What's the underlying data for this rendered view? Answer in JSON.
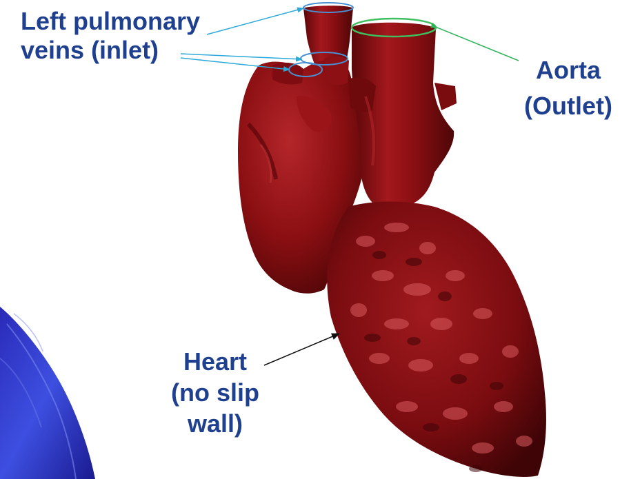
{
  "labels": {
    "pulmonary_veins": {
      "line1": "Left pulmonary",
      "line2": "veins (inlet)"
    },
    "aorta": {
      "line1": "Aorta",
      "line2": "(Outlet)"
    },
    "heart": {
      "line1": "Heart",
      "line2": "(no slip",
      "line3": "wall)"
    }
  },
  "colors": {
    "label_text": "#1f3f8f",
    "heart_surface": "#8b0f12",
    "heart_shadow": "#4a0507",
    "heart_highlight": "#d85a5e",
    "vein_outline": "#4a8fd0",
    "aorta_outline": "#3fbf5f",
    "arrow_cyan": "#2ba9d8",
    "arrow_green": "#2fb35a",
    "arrow_black": "#111111",
    "lung_blue": "#3030c8"
  },
  "icons": {
    "heart": "heart-3d-model",
    "lung": "lung-surface-fragment"
  }
}
